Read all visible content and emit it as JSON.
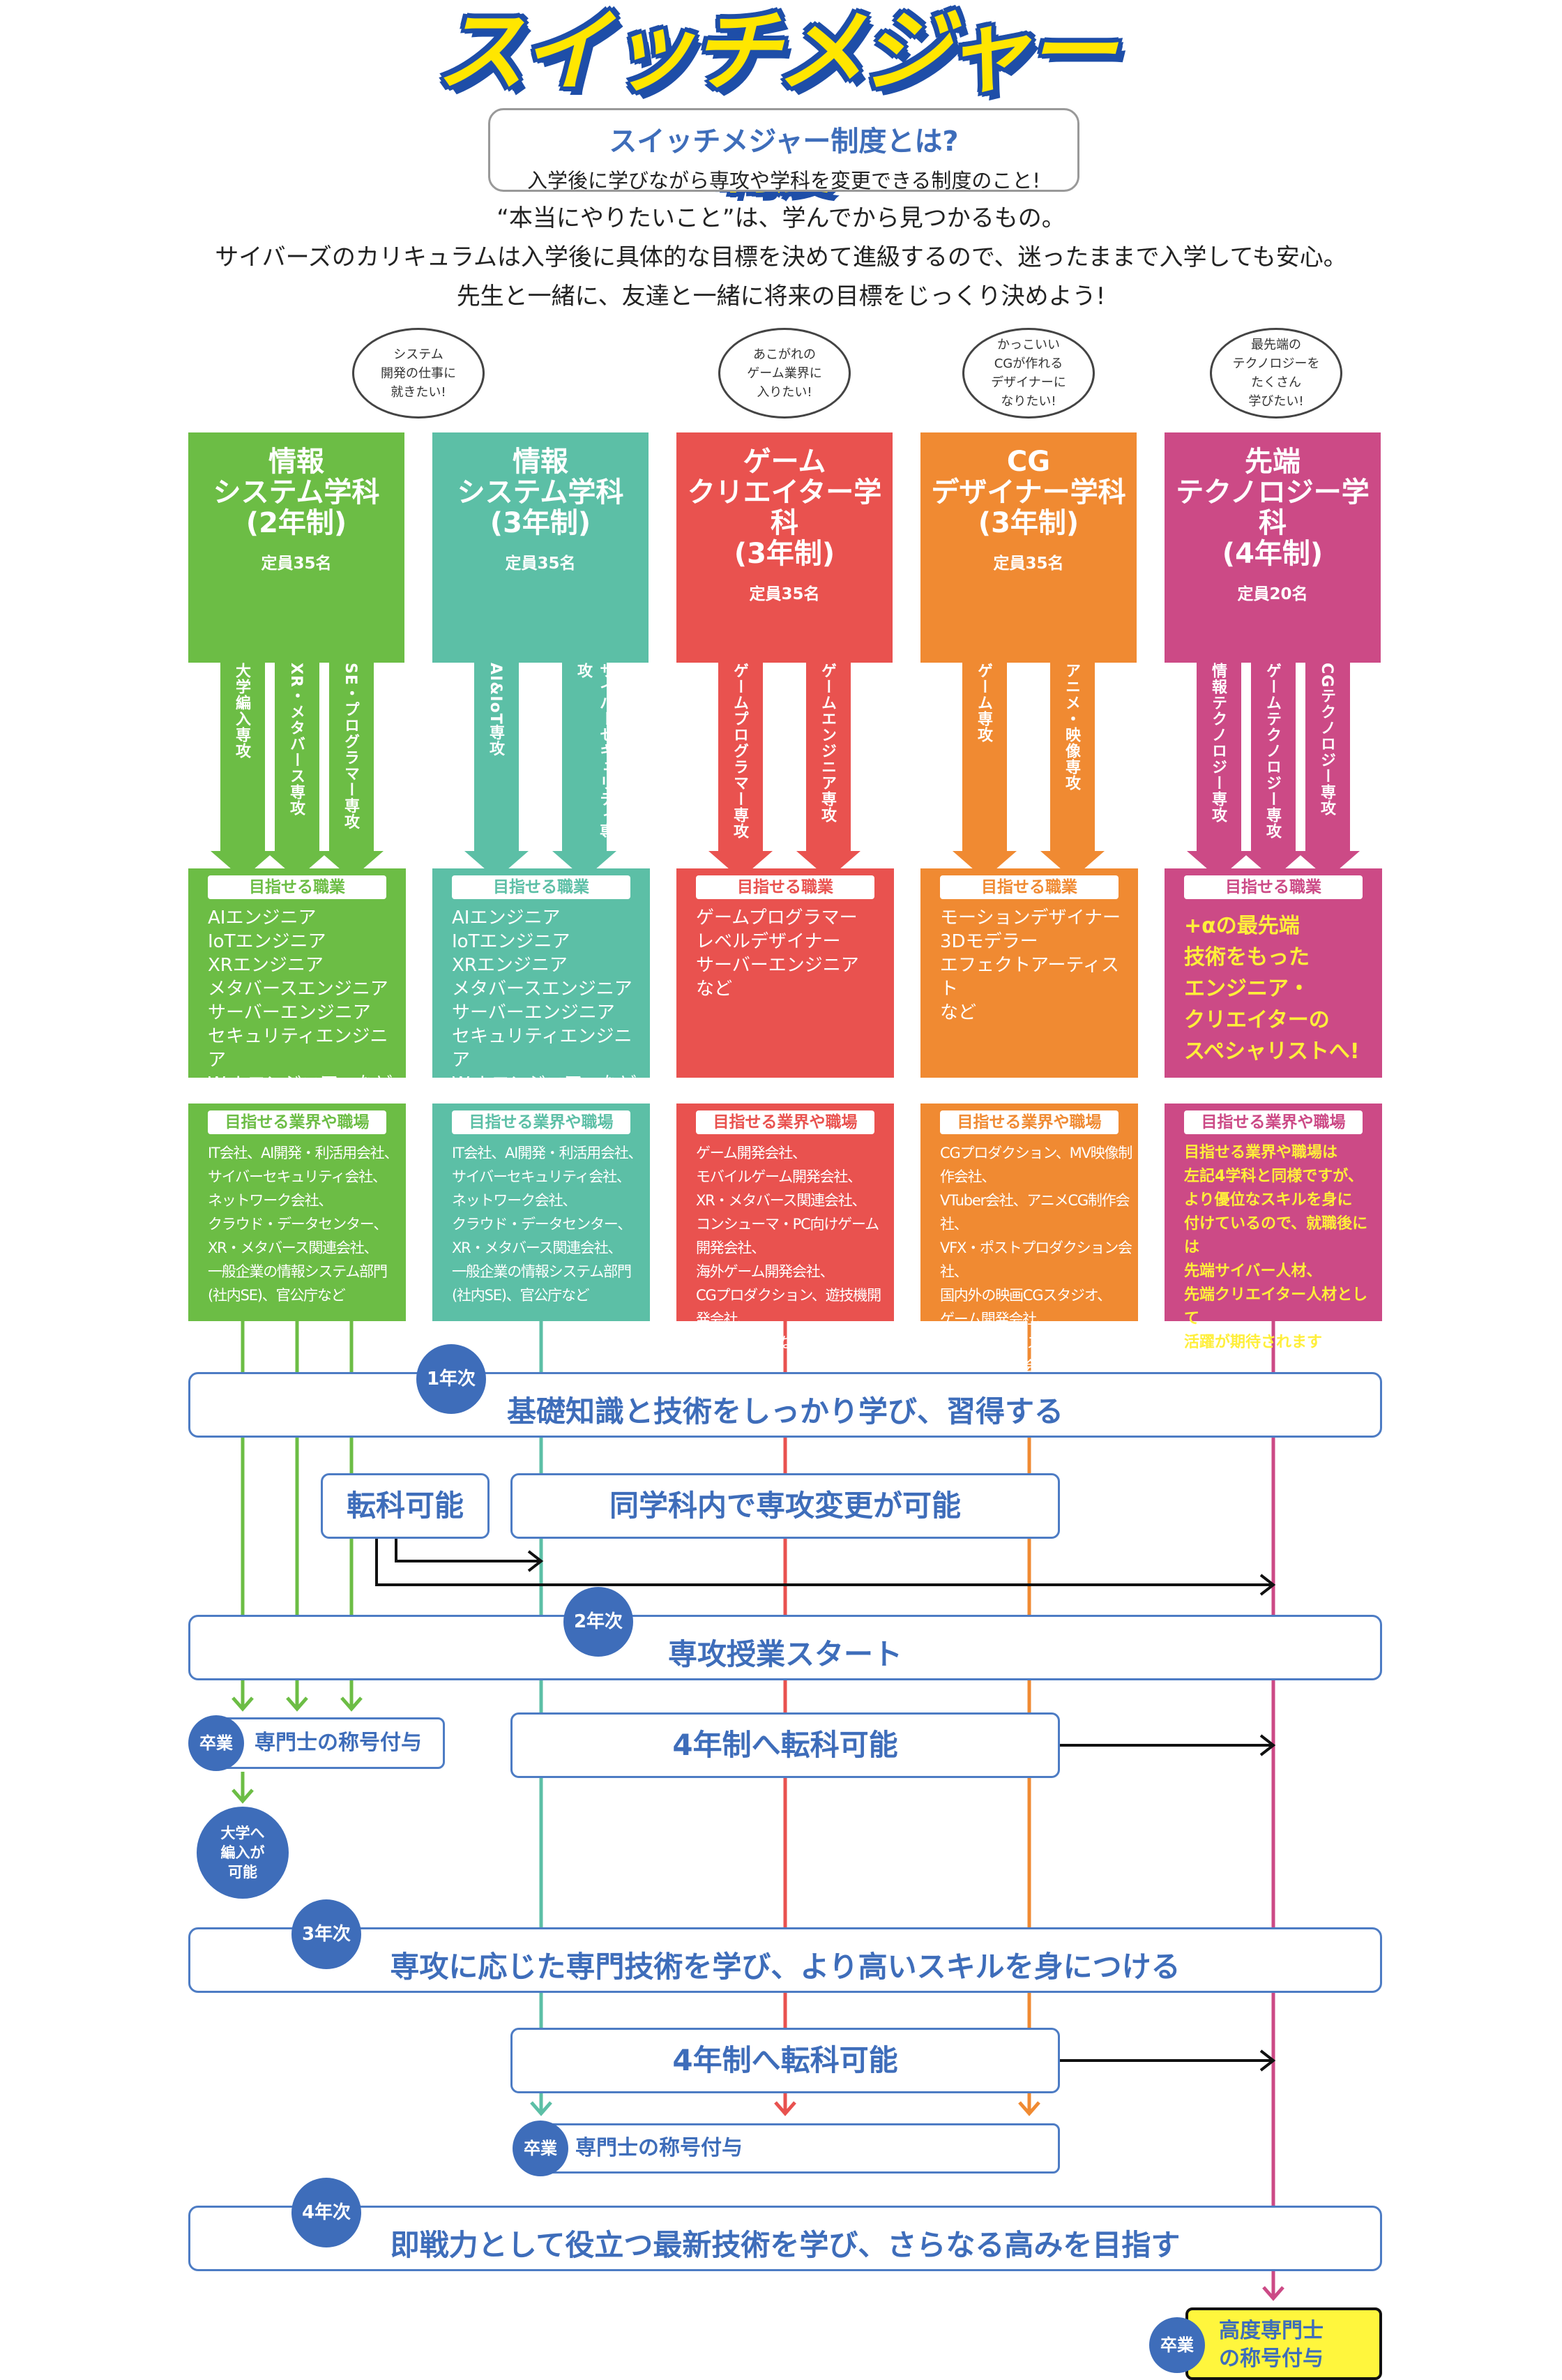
{
  "title": {
    "main": "スイッチメジャー",
    "suffix": "制度"
  },
  "what": {
    "question": "スイッチメジャー制度とは?",
    "answer": "入学後に学びながら専攻や学科を変更できる制度のこと!"
  },
  "intro": [
    "“本当にやりたいこと”は、学んでから見つかるもの。",
    "サイバーズのカリキュラムは入学後に具体的な目標を決めて進級するので、迷ったままで入学しても安心。",
    "先生と一緒に、友達と一緒に将来の目標をじっくり決めよう!"
  ],
  "clouds": [
    "システム\n開発の仕事に\n就きたい!",
    "あこがれの\nゲーム業界に\n入りたい!",
    "かっこいい\nCGが作れる\nデザイナーに\nなりたい!",
    "最先端の\nテクノロジーを\nたくさん\n学びたい!"
  ],
  "colors": {
    "green": "#6cbd45",
    "teal": "#5cbfa6",
    "red": "#e9524f",
    "orange": "#f08a32",
    "magenta": "#cc4a86",
    "blue": "#3e6dba"
  },
  "departments": [
    {
      "name": "情報\nシステム学科\n(2年制)",
      "capacity": "定員35名",
      "majors": [
        "大学編入専攻",
        "XR・メタバース専攻",
        "SE・プログラマー専攻"
      ],
      "jobs_tab": "目指せる職業",
      "jobs": "AIエンジニア\nIoTエンジニア\nXRエンジニア\nメタバースエンジニア\nサーバーエンジニア\nセキュリティエンジニア\nWebエンジニア　など",
      "ind_tab": "目指せる業界や職場",
      "industries": "IT会社、AI開発・利活用会社、\nサイバーセキュリティ会社、\nネットワーク会社、\nクラウド・データセンター、\nXR・メタバース関連会社、\n一般企業の情報システム部門\n(社内SE)、官公庁など"
    },
    {
      "name": "情報\nシステム学科\n(3年制)",
      "capacity": "定員35名",
      "majors": [
        "AI&IoT専攻",
        "サイバーセキュリティ専攻"
      ],
      "jobs_tab": "目指せる職業",
      "jobs": "AIエンジニア\nIoTエンジニア\nXRエンジニア\nメタバースエンジニア\nサーバーエンジニア\nセキュリティエンジニア\nWebエンジニア　など",
      "ind_tab": "目指せる業界や職場",
      "industries": "IT会社、AI開発・利活用会社、\nサイバーセキュリティ会社、\nネットワーク会社、\nクラウド・データセンター、\nXR・メタバース関連会社、\n一般企業の情報システム部門\n(社内SE)、官公庁など"
    },
    {
      "name": "ゲーム\nクリエイター学科\n(3年制)",
      "capacity": "定員35名",
      "majors": [
        "ゲームプログラマー専攻",
        "ゲームエンジニア専攻"
      ],
      "jobs_tab": "目指せる職業",
      "jobs": "ゲームプログラマー\nレベルデザイナー\nサーバーエンジニア\nなど",
      "ind_tab": "目指せる業界や職場",
      "industries": "ゲーム開発会社、\nモバイルゲーム開発会社、\nXR・メタバース関連会社、\nコンシューマ・PC向けゲーム開発会社、\n海外ゲーム開発会社、\nCGプロダクション、遊技機開発会社、\nフリーランスなど"
    },
    {
      "name": "CG\nデザイナー学科\n(3年制)",
      "capacity": "定員35名",
      "majors": [
        "ゲーム専攻",
        "アニメ・映像専攻"
      ],
      "jobs_tab": "目指せる職業",
      "jobs": "モーションデザイナー\n3Dモデラー\nエフェクトアーティスト\nなど",
      "ind_tab": "目指せる業界や職場",
      "industries": "CGプロダクション、MV映像制作会社、\nVTuber会社、アニメCG制作会社、\nVFX・ポストプロダクション会社、\n国内外の映画CGスタジオ、\nゲーム開発会社、\nXR・メタバース関連会社、\n建築デザイン会社、広告会社など"
    },
    {
      "name": "先端\nテクノロジー学科\n(4年制)",
      "capacity": "定員20名",
      "majors": [
        "情報テクノロジー専攻",
        "ゲームテクノロジー専攻",
        "CGテクノロジー専攻"
      ],
      "jobs_tab": "目指せる職業",
      "jobs_special": [
        "+αの最先端",
        "技術をもった",
        "エンジニア・",
        "クリエイターの",
        "スペシャリストへ!"
      ],
      "ind_tab": "目指せる業界や職場",
      "industries": "目指せる業界や職場は\n左記4学科と同様ですが、\nより優位なスキルを身に\n付けているので、就職後には\n先端サイバー人材、\n先端クリエイター人材として\n活躍が期待されます"
    }
  ],
  "stages": [
    {
      "year": "1年次",
      "text": "基礎知識と技術をしっかり学び、習得する"
    },
    {
      "year": "2年次",
      "text": "専攻授業スタート"
    },
    {
      "year": "3年次",
      "text": "専攻に応じた専門技術を学び、より高いスキルを身につける"
    },
    {
      "year": "4年次",
      "text": "即戦力として役立つ最新技術を学び、さらなる高みを目指す"
    }
  ],
  "transfer": "転科可能",
  "major_change": "同学科内で専攻変更が可能",
  "to_4yr": "4年制へ転科可能",
  "graduate": "卒業",
  "title_senmonshi": "専門士の称号付与",
  "title_kodo": "高度専門士の称号付与",
  "university_transfer": "大学へ\n編入が\n可能"
}
